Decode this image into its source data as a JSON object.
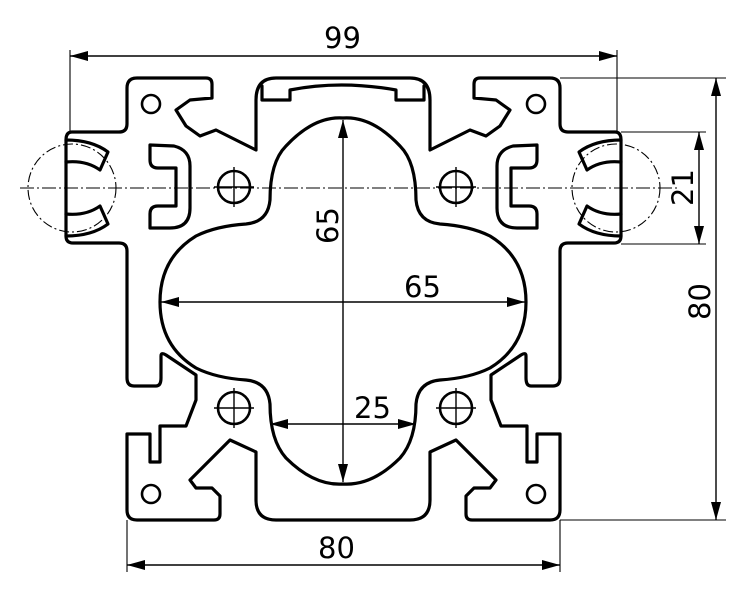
{
  "dimensions": {
    "overall_width_with_balls": "99",
    "profile_width": "80",
    "profile_height": "80",
    "slot_pitch": "21",
    "cavity_height": "65",
    "cavity_width": "65",
    "neck_width": "25"
  }
}
